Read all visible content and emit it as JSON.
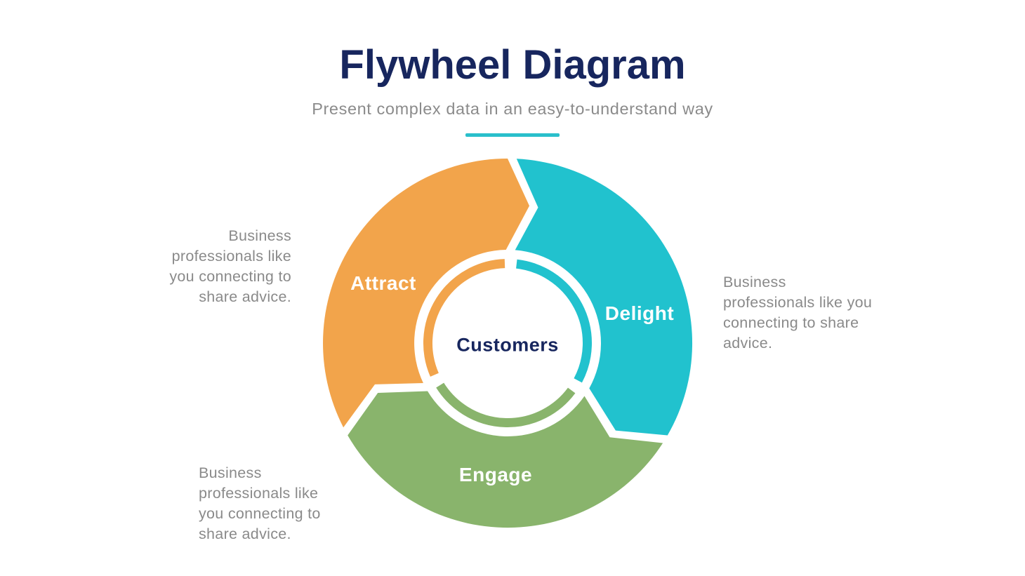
{
  "header": {
    "title": "Flywheel Diagram",
    "subtitle": "Present complex data in an easy-to-understand way"
  },
  "theme": {
    "background": "#FFFFFF",
    "title_color": "#17265E",
    "subtitle_color": "#8B8B8B",
    "divider_color": "#2ABFCB",
    "note_color": "#8A8A8A",
    "segment_label_color": "#FFFFFF",
    "center_label_color": "#17265E"
  },
  "flywheel": {
    "center_label": "Customers",
    "segments": [
      {
        "id": "attract",
        "label": "Attract",
        "color": "#F2A44B",
        "description": "Business\nprofessionals like\nyou connecting to\nshare advice."
      },
      {
        "id": "delight",
        "label": "Delight",
        "color": "#21C2CE",
        "description": "Business\nprofessionals like you\nconnecting to share\nadvice."
      },
      {
        "id": "engage",
        "label": "Engage",
        "color": "#89B46C",
        "description": "Business\nprofessionals like\nyou connecting to\nshare advice."
      }
    ]
  }
}
